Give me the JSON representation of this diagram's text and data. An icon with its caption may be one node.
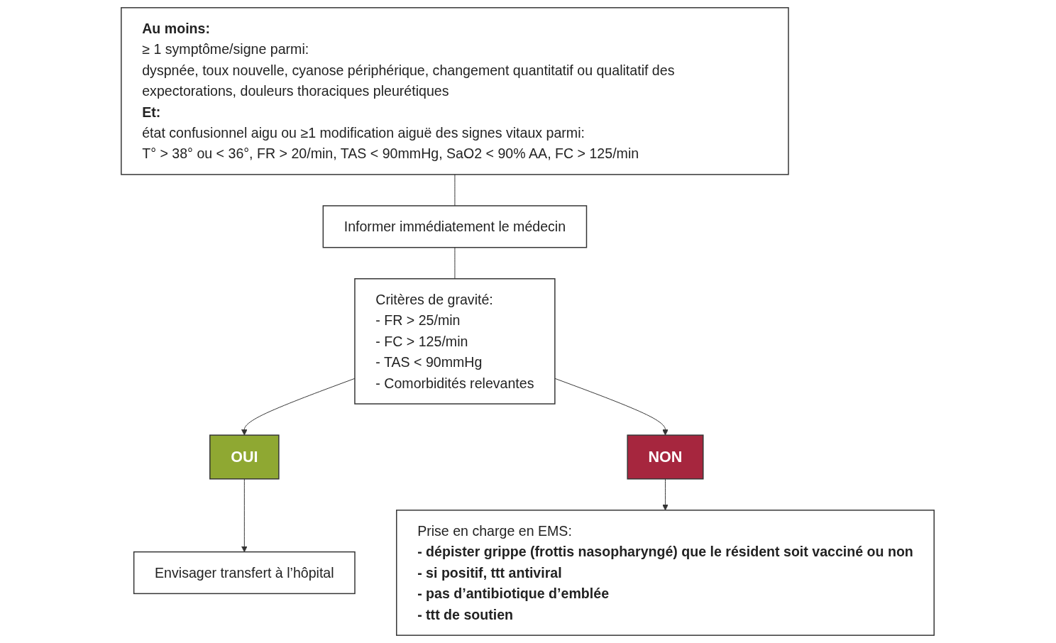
{
  "diagram": {
    "nodes": [
      {
        "text": [
          "Au moins:",
          "≥ 1 symptôme/signe parmi:",
          "dyspnée, toux nouvelle, cyanose périphérique, changement quantitatif ou qualitatif des expectorations, douleurs thoraciques pleurétiques",
          "Et:",
          "état confusionnel aigu ou ≥1 modification aiguë des signes vitaux parmi:",
          "T° > 38° ou < 36°, FR > 20/min, TAS < 90mmHg, SaO2 < 90% AA, FC > 125/min"
        ]
      },
      {
        "text": [
          "Informer immédiatement le médecin"
        ]
      },
      {
        "text": [
          "Critères de gravité:",
          "- FR > 25/min",
          "- FC > 125/min",
          "- TAS < 90mmHg",
          "- Comorbidités relevantes"
        ]
      },
      {
        "text": [
          "OUI"
        ]
      },
      {
        "text": [
          "NON"
        ]
      },
      {
        "text": [
          "Envisager transfert à l’hôpital"
        ]
      },
      {
        "text": [
          "Prise en charge en EMS:",
          "- dépister grippe (frottis nasopharyngé) que le résident soit vacciné ou non",
          "- si positif, ttt antiviral",
          "- pas d’antibiotique d’emblée",
          "- ttt de soutien"
        ]
      }
    ],
    "edges": [
      {
        "from": 0,
        "to": 1,
        "arrow": "none"
      },
      {
        "from": 1,
        "to": 2,
        "arrow": "none"
      },
      {
        "from": 2,
        "to": 3,
        "arrow": "to"
      },
      {
        "from": 2,
        "to": 4,
        "arrow": "to"
      },
      {
        "from": 3,
        "to": 5,
        "arrow": "to"
      },
      {
        "from": 4,
        "to": 6,
        "arrow": "to"
      }
    ]
  }
}
